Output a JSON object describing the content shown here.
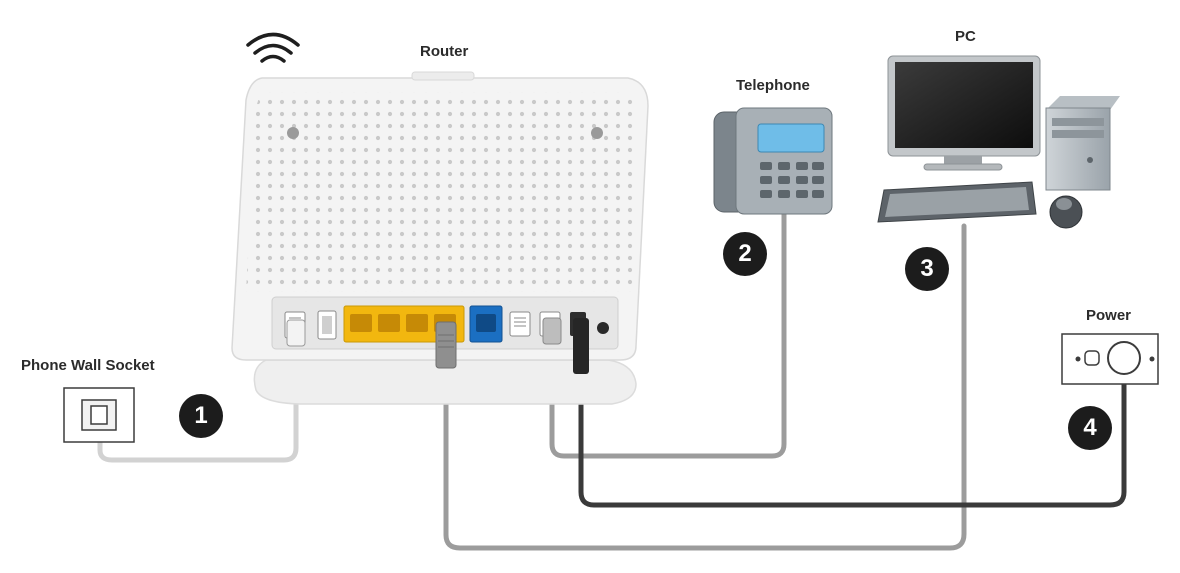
{
  "labels": {
    "router": "Router",
    "telephone": "Telephone",
    "pc": "PC",
    "power": "Power",
    "wall_socket": "Phone Wall Socket"
  },
  "steps": [
    "1",
    "2",
    "3",
    "4"
  ],
  "colors": {
    "router_body": "#f3f3f3",
    "lan_ports": "#f2b70f",
    "wan_port": "#1b6fc2",
    "cable_grey": "#9c9c9c",
    "cable_light": "#d2d2d2",
    "cable_dark": "#3a3a3a",
    "step_badge": "#1c1c1c"
  },
  "icons": [
    "wifi-icon",
    "router-icon",
    "telephone-icon",
    "monitor-icon",
    "tower-icon",
    "keyboard-icon",
    "mouse-icon",
    "wall-socket-icon",
    "power-outlet-icon"
  ]
}
